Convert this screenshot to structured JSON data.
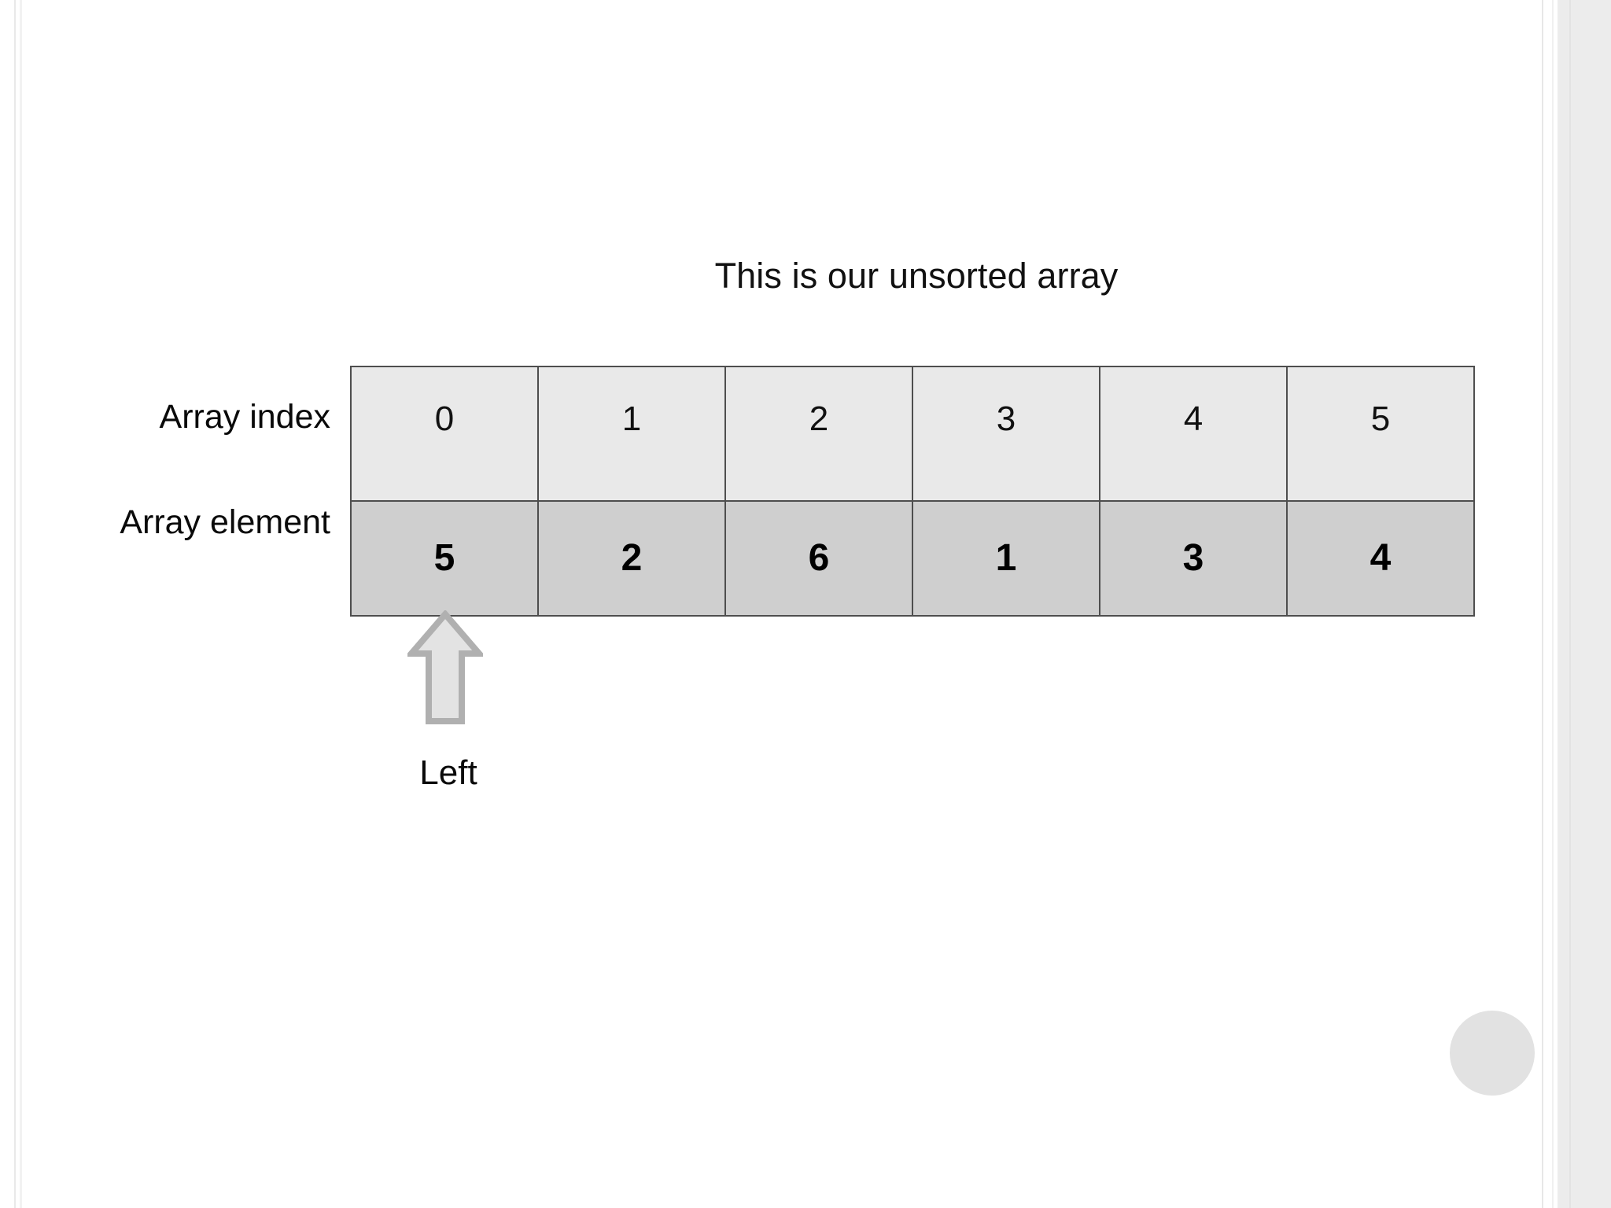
{
  "slide": {
    "title": "This is our unsorted array",
    "background_color": "#ffffff"
  },
  "labels": {
    "index_row": "Array index",
    "element_row": "Array element"
  },
  "pointer": {
    "label": "Left",
    "icon": "arrow-up-icon",
    "points_to_index": "0",
    "fill_color": "#e3e3e3",
    "stroke_color": "#b0b0b0"
  },
  "floating_button": {
    "icon": "circle-icon",
    "color": "#e2e2e2"
  },
  "chart_data": {
    "type": "table",
    "title": "This is our unsorted array",
    "row_headers": [
      "Array index",
      "Array element"
    ],
    "categories": [
      "0",
      "1",
      "2",
      "3",
      "4",
      "5"
    ],
    "values": [
      5,
      2,
      6,
      1,
      3,
      4
    ],
    "index_cells": [
      "0",
      "1",
      "2",
      "3",
      "4",
      "5"
    ],
    "element_cells": [
      "5",
      "2",
      "6",
      "1",
      "3",
      "4"
    ],
    "annotations": [
      {
        "label": "Left",
        "at_index": 0,
        "direction": "up"
      }
    ],
    "style": {
      "index_row_fill": "#e9e9e9",
      "element_row_fill": "#cfcfcf",
      "border_color": "#4e4e4e"
    },
    "xlabel": "",
    "ylabel": "",
    "grid": true,
    "legend": "none"
  }
}
